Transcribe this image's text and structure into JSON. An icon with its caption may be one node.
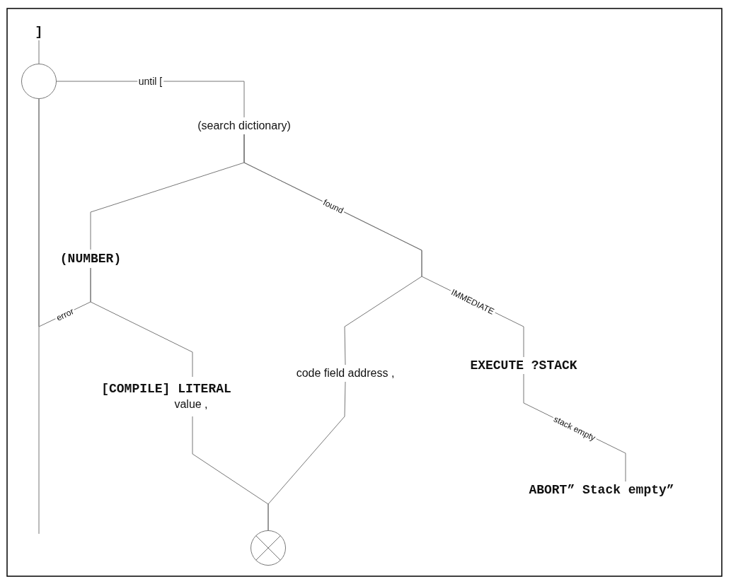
{
  "diagram": {
    "nodes": [
      {
        "text": [
          "]"
        ]
      },
      {
        "text": [],
        "shape": "circle"
      },
      {
        "text": [
          "(search dictionary)"
        ]
      },
      {
        "text": [
          "(NUMBER)"
        ]
      },
      {
        "text": [
          "[COMPILE] LITERAL",
          "value ,"
        ]
      },
      {
        "text": [
          "code field address ,"
        ]
      },
      {
        "text": [
          "EXECUTE ?STACK"
        ]
      },
      {
        "text": [
          "ABORT” Stack empty”"
        ]
      },
      {
        "text": [],
        "shape": "cross"
      }
    ],
    "edges": [
      {
        "from": 0,
        "to": 1,
        "arrow": "none"
      },
      {
        "from": 1,
        "to": 2,
        "arrow": "none",
        "label": "until ["
      },
      {
        "from": 2,
        "to": 3,
        "arrow": "none"
      },
      {
        "from": 2,
        "to": 5,
        "arrow": "none",
        "label": "found"
      },
      {
        "from": 2,
        "to": 6,
        "arrow": "none",
        "label": "IMMEDIATE"
      },
      {
        "from": 3,
        "to": 4,
        "arrow": "none"
      },
      {
        "from": 3,
        "to": 1,
        "arrow": "none",
        "label": "error"
      },
      {
        "from": 4,
        "to": 8,
        "arrow": "none"
      },
      {
        "from": 5,
        "to": 8,
        "arrow": "none"
      },
      {
        "from": 6,
        "to": 7,
        "arrow": "none",
        "label": "stack empty"
      },
      {
        "from": 1,
        "to": null,
        "arrow": "none"
      }
    ]
  }
}
